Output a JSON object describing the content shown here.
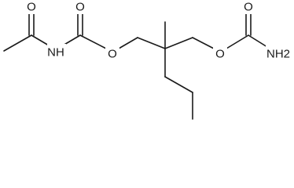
{
  "structure": {
    "colors": {
      "bond": "#1a1a1a",
      "background": "#ffffff"
    },
    "atom_labels": {
      "acetyl_oxygen": "O",
      "amide_nitrogen": "NH",
      "carbamate_oxygen_1": "O",
      "ester_oxygen_1": "O",
      "ester_oxygen_2": "O",
      "carbamate_oxygen_2": "O",
      "amine": "NH2"
    }
  }
}
